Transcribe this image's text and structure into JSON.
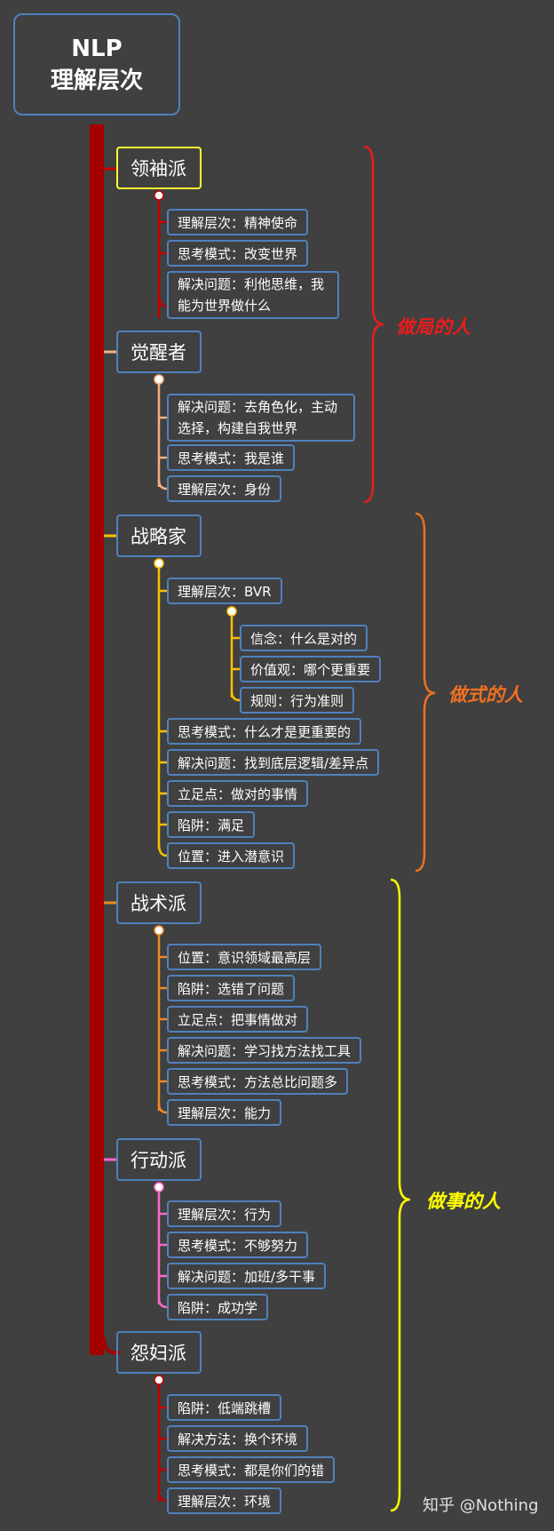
{
  "root": {
    "line1": "NLP",
    "line2": "理解层次"
  },
  "groups": [
    "做局的人",
    "做式的人",
    "做事的人"
  ],
  "branches": [
    {
      "label": "领袖派",
      "items": [
        "理解层次：精神使命",
        "思考模式：改变世界",
        "解决问题：利他思维，我能为世界做什么"
      ]
    },
    {
      "label": "觉醒者",
      "items": [
        "解决问题：去角色化，主动选择，构建自我世界",
        "思考模式：我是谁",
        "理解层次：身份"
      ]
    },
    {
      "label": "战略家",
      "items": [
        "理解层次：BVR",
        "思考模式：什么才是更重要的",
        "解决问题：找到底层逻辑/差异点",
        "立足点：做对的事情",
        "陷阱：满足",
        "位置：进入潜意识"
      ],
      "subitems": [
        "信念：什么是对的",
        "价值观：哪个更重要",
        "规则：行为准则"
      ]
    },
    {
      "label": "战术派",
      "items": [
        "位置：意识领域最高层",
        "陷阱：选错了问题",
        "立足点：把事情做对",
        "解决问题：学习找方法找工具",
        "思考模式：方法总比问题多",
        "理解层次：能力"
      ]
    },
    {
      "label": "行动派",
      "items": [
        "理解层次：行为",
        "思考模式：不够努力",
        "解决问题：加班/多干事",
        "陷阱：成功学"
      ]
    },
    {
      "label": "怨妇派",
      "items": [
        "陷阱：低端跳槽",
        "解决方法：换个环境",
        "思考模式：都是你们的错",
        "理解层次：环境"
      ]
    }
  ],
  "watermark": "知乎 @Nothing",
  "colors": {
    "background": "#404040",
    "node_border": "#4f81bd",
    "highlight_border": "#ffff33",
    "trunk": "#a50000",
    "group_leaders": "#e81c1c",
    "group_strategy": "#f07020",
    "group_doers": "#ffff00",
    "branch_leader": "#c00000",
    "branch_awakened": "#f4b183",
    "branch_strategist": "#ffc000",
    "branch_tactician": "#f08a24",
    "branch_action": "#ff66cc",
    "branch_complainer": "#c00000"
  }
}
